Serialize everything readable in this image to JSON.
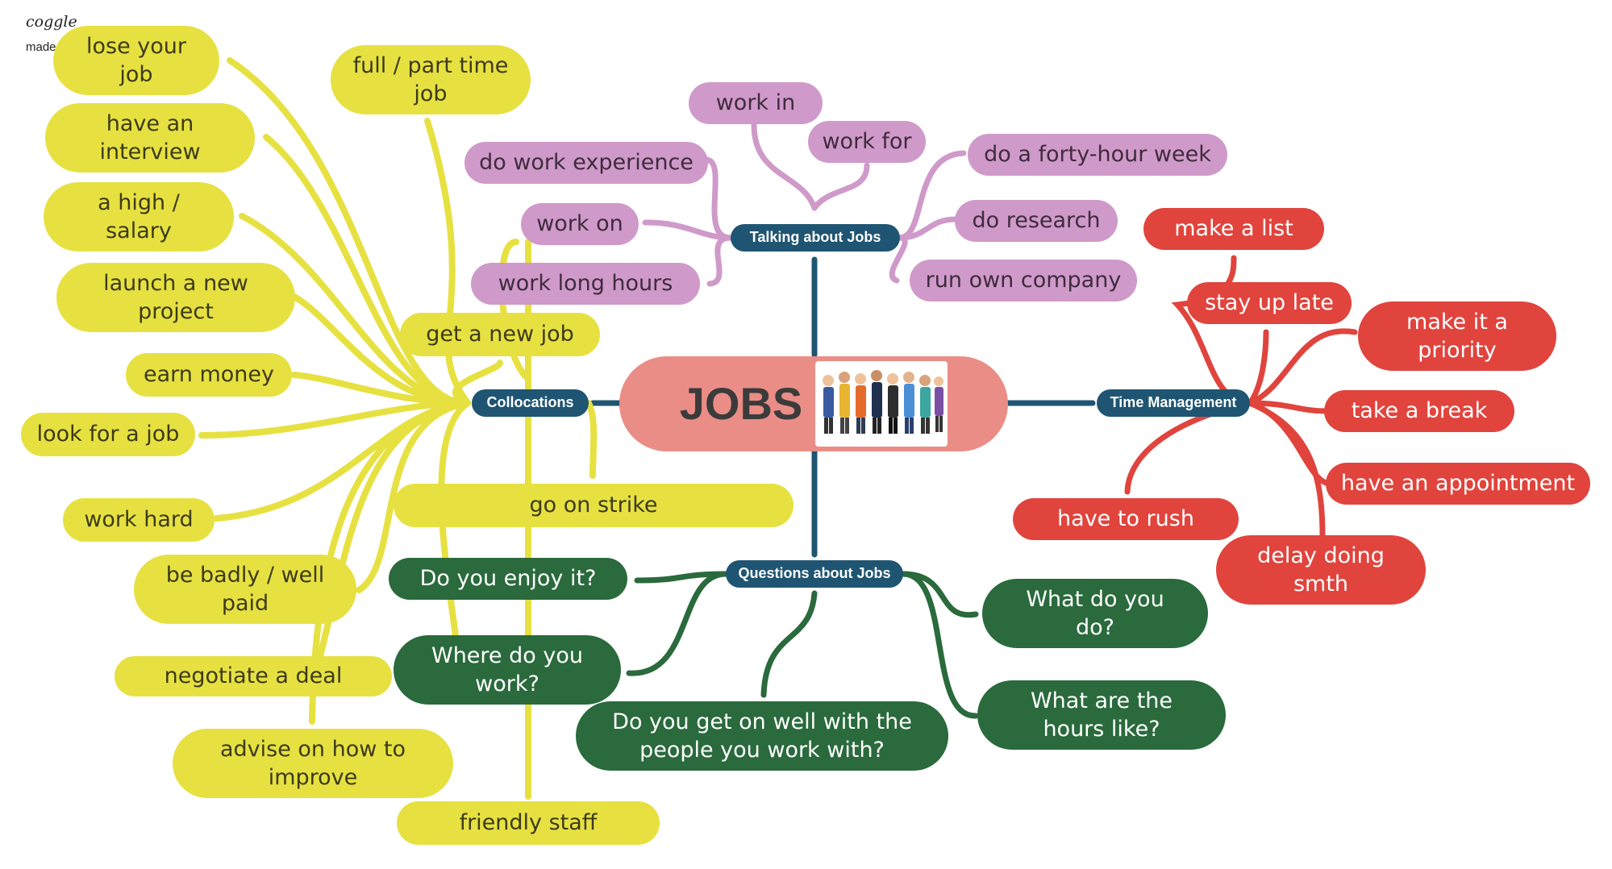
{
  "brand": {
    "logo": "coggle",
    "tagline": "made for free at coggle.it"
  },
  "colors": {
    "collocations": "#e6e141",
    "talking": "#cf9ac9",
    "time": "#e0443d",
    "questions": "#2a6a3c",
    "hub": "#1f5572",
    "center": "#ea8d86"
  },
  "center": {
    "title": "JOBS",
    "image": "group-of-workers-illustration"
  },
  "hubs": {
    "collocations": "Collocations",
    "talking": "Talking about Jobs",
    "time": "Time Management",
    "questions": "Questions about Jobs"
  },
  "collocations": [
    "lose your\njob",
    "have an\ninterview",
    "a high /\nsalary",
    "launch a new\nproject",
    "earn money",
    "look for a job",
    "work hard",
    "be badly / well\npaid",
    "negotiate a deal",
    "advise on how to\nimprove",
    "full / part time\njob",
    "get a new job",
    "go on strike",
    "friendly staff"
  ],
  "talking": [
    "work in",
    "work for",
    "do work experience",
    "work on",
    "work long hours",
    "do a forty-hour week",
    "do research",
    "run own company"
  ],
  "time": [
    "make a list",
    "stay up late",
    "make it a\npriority",
    "take a break",
    "have an appointment",
    "delay doing\nsmth",
    "have to rush"
  ],
  "questions": [
    "Do you enjoy it?",
    "Where do you\nwork?",
    "Do you get on well with the\npeople you work with?",
    "What do you\ndo?",
    "What are the\nhours like?"
  ]
}
